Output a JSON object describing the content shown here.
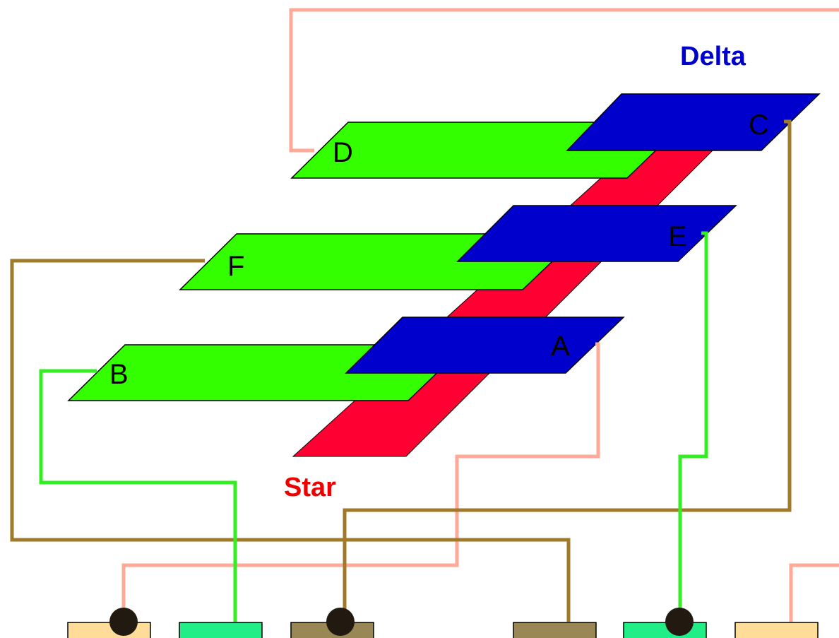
{
  "title_delta": "Delta",
  "title_star": "Star",
  "plates": [
    {
      "id": "D",
      "label": "D",
      "color": "green"
    },
    {
      "id": "F",
      "label": "F",
      "color": "green"
    },
    {
      "id": "B",
      "label": "B",
      "color": "green"
    },
    {
      "id": "C",
      "label": "C",
      "color": "blue"
    },
    {
      "id": "E",
      "label": "E",
      "color": "blue"
    },
    {
      "id": "A",
      "label": "A",
      "color": "blue"
    }
  ],
  "colors": {
    "green_plate": "#33ff00",
    "blue_plate": "#0000cc",
    "red_strip": "#ff0033",
    "delta_text": "#0000cc",
    "star_text": "#ee0000",
    "wire_salmon": "#ffaa99",
    "wire_brown": "#a07a2a",
    "wire_green": "#33ee22",
    "terminal_tan": "#ffdd99",
    "terminal_teal": "#22ee88",
    "terminal_olive": "#998855",
    "dot": "#221a10"
  },
  "terminals": [
    {
      "name": "terminal-1",
      "color": "tan",
      "dot": true
    },
    {
      "name": "terminal-2",
      "color": "teal",
      "dot": false
    },
    {
      "name": "terminal-3",
      "color": "olive",
      "dot": true
    },
    {
      "name": "terminal-4",
      "color": "olive",
      "dot": false
    },
    {
      "name": "terminal-5",
      "color": "teal",
      "dot": true
    },
    {
      "name": "terminal-6",
      "color": "tan",
      "dot": false
    }
  ]
}
